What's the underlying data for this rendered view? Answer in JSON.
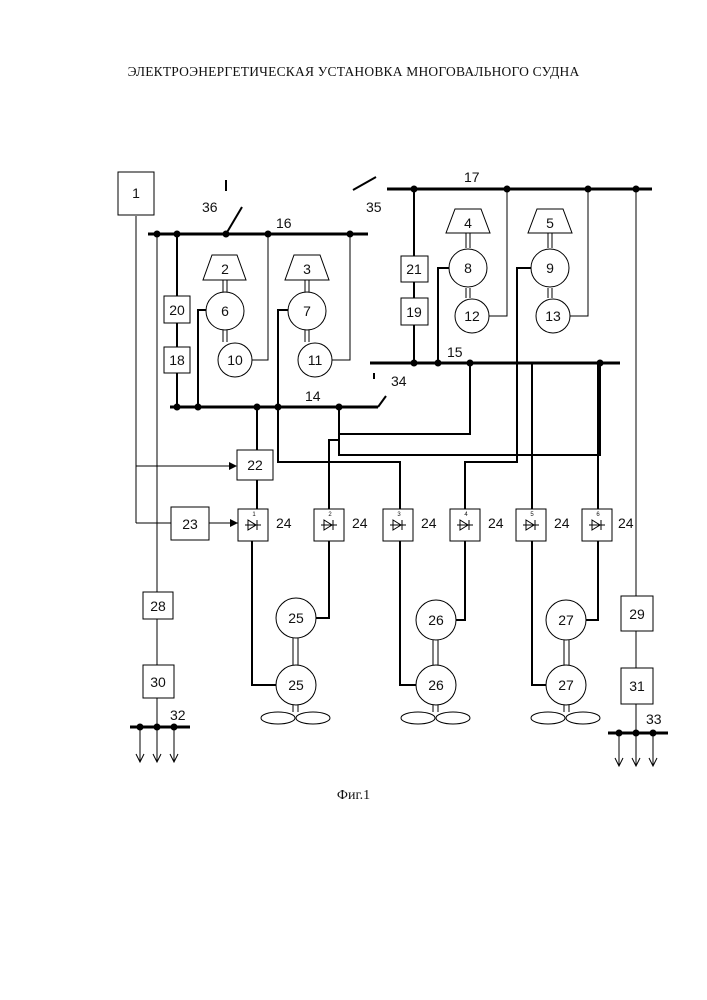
{
  "document": {
    "title": "ЭЛЕКТРОЭНЕРГЕТИЧЕСКАЯ УСТАНОВКА МНОГОВАЛЬНОГО СУДНА",
    "caption": "Фиг.1"
  },
  "diagram": {
    "boxes": [
      "1",
      "20",
      "18",
      "21",
      "19",
      "22",
      "23",
      "28",
      "30",
      "29",
      "31"
    ],
    "converters": {
      "label": "24",
      "numbers": [
        "1",
        "2",
        "3",
        "4",
        "5",
        "6"
      ]
    },
    "diesels": [
      "2",
      "3",
      "4",
      "5"
    ],
    "generators": [
      "6",
      "7",
      "8",
      "9"
    ],
    "exciters": [
      "10",
      "11",
      "12",
      "13"
    ],
    "motors": [
      "25",
      "26",
      "27"
    ],
    "buses": [
      "14",
      "15",
      "16",
      "17"
    ],
    "switches": [
      "34",
      "35",
      "36"
    ],
    "consumer_buses": [
      "32",
      "33"
    ]
  }
}
